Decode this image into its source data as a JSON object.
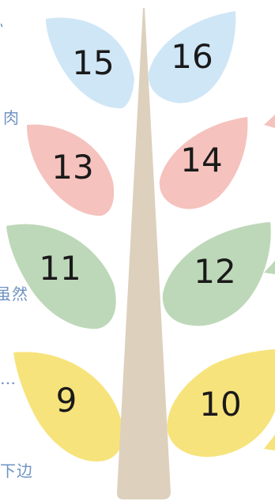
{
  "leaves": [
    {
      "number": "15",
      "color": "#cfe6f6"
    },
    {
      "number": "16",
      "color": "#cfe6f6"
    },
    {
      "number": "13",
      "color": "#f5c2bd"
    },
    {
      "number": "14",
      "color": "#f5c2bd"
    },
    {
      "number": "11",
      "color": "#bdd8b8"
    },
    {
      "number": "12",
      "color": "#bdd8b8"
    },
    {
      "number": "9",
      "color": "#f7e37c"
    },
    {
      "number": "10",
      "color": "#f7e37c"
    }
  ],
  "trunk_color": "#ddd0bd",
  "side_text_color": "#6f93c4",
  "side_texts": {
    "t1": "肉",
    "t2": "虽然",
    "t3": "…",
    "t4": "下边"
  }
}
